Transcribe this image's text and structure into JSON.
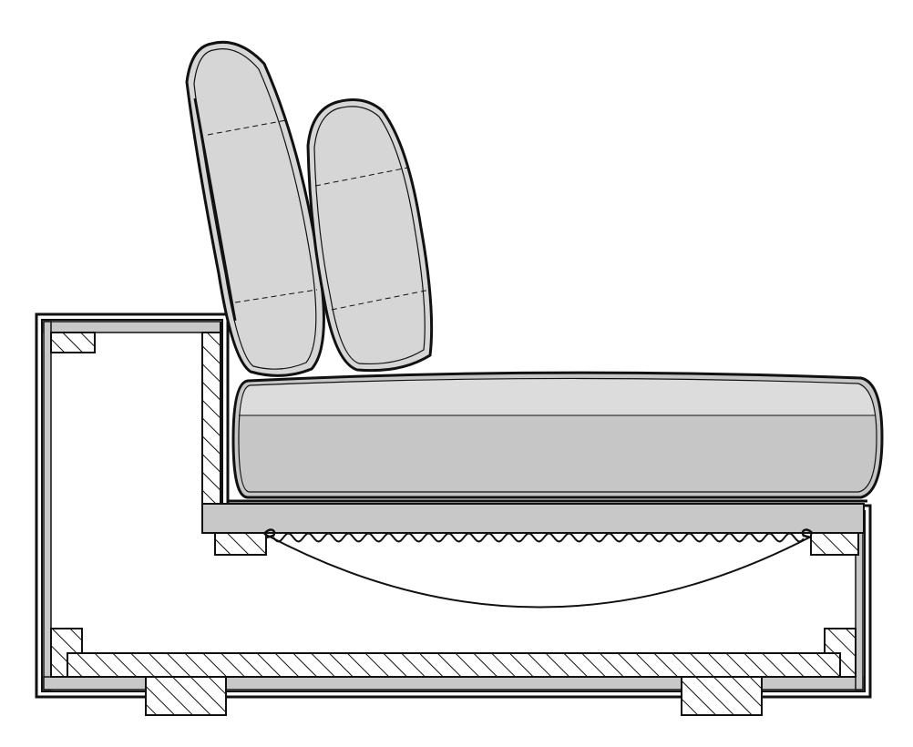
{
  "diagram": {
    "kind": "sofa-cross-section",
    "colors": {
      "background": "#ffffff",
      "outline": "#111111",
      "frame_fill": "#c8c8c8",
      "cushion_light": "#dcdcdc",
      "cushion_mid": "#c6c6c6",
      "pillow_fill": "#d6d6d6",
      "hatch": "#111111"
    },
    "parts": [
      "back-cushion-rear",
      "back-cushion-front",
      "seat-cushion",
      "seat-platform",
      "sinuous-spring",
      "spring-hook-left",
      "spring-hook-right",
      "webbing-curve",
      "outer-frame",
      "backrest-post",
      "base-rail",
      "leg-left",
      "leg-right"
    ]
  }
}
